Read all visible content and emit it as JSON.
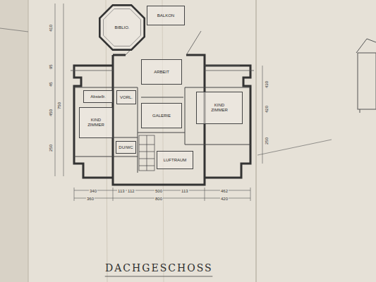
{
  "diagram": {
    "title": "DACHGESCHOSS",
    "nodes": [
      {
        "text": [
          "BIBLIO."
        ]
      },
      {
        "text": [
          "BALKON"
        ]
      },
      {
        "text": [
          "ARBEIT"
        ]
      },
      {
        "text": [
          "Abstellr."
        ]
      },
      {
        "text": [
          "KIND",
          "ZIMMER"
        ]
      },
      {
        "text": [
          "VORL."
        ]
      },
      {
        "text": [
          "GALERIE"
        ]
      },
      {
        "text": [
          "KIND",
          "ZIMMER"
        ]
      },
      {
        "text": [
          "DU/WC"
        ]
      },
      {
        "text": [
          "LUFTRAUM"
        ]
      }
    ],
    "edges": [],
    "labels": [
      "340",
      "113",
      "112",
      "500",
      "113",
      "462",
      "360",
      "800",
      "420",
      "410",
      "95",
      "45",
      "450",
      "250",
      "750",
      "430",
      "420",
      "250"
    ]
  }
}
